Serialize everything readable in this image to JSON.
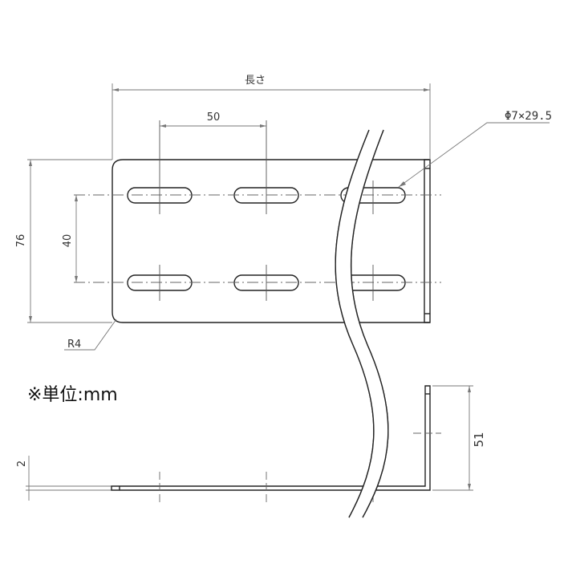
{
  "drawing": {
    "unit_note": "※単位:mm",
    "dimensions": {
      "length_label": "長さ",
      "slot_pitch": "50",
      "slot_spec": "Φ7×29.5",
      "height": "76",
      "slot_row_spacing": "40",
      "corner_radius": "R4",
      "thickness": "2",
      "flange_height": "51"
    },
    "colors": {
      "line": "#222222",
      "dim_line": "#777777",
      "background": "#ffffff"
    }
  }
}
